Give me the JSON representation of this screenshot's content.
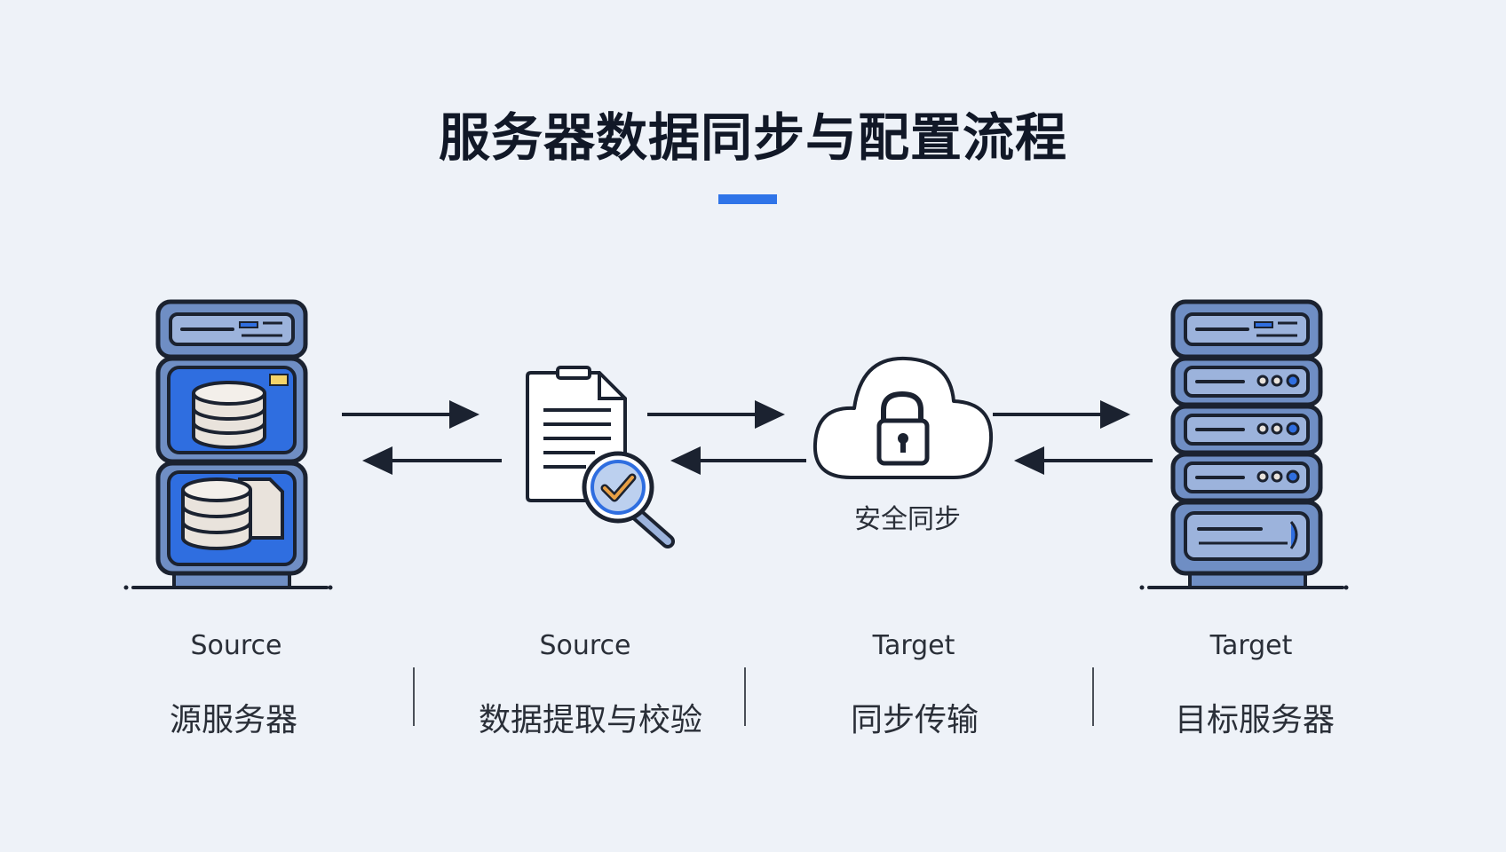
{
  "title": "服务器数据同步与配置流程",
  "cloud_label": "安全同步",
  "stages": [
    {
      "en": "Source",
      "zh": "源服务器"
    },
    {
      "en": "Source",
      "zh": "数据提取与校验"
    },
    {
      "en": "Target",
      "zh": "同步传输"
    },
    {
      "en": "Target",
      "zh": "目标服务器"
    }
  ],
  "colors": {
    "background": "#eef2f8",
    "accent": "#2f74e8",
    "server_blue": "#2f6ee0",
    "server_frame": "#6f8ec4",
    "outline": "#1b2230"
  },
  "icons": [
    "source-server-icon",
    "document-check-icon",
    "cloud-lock-icon",
    "target-server-icon"
  ]
}
